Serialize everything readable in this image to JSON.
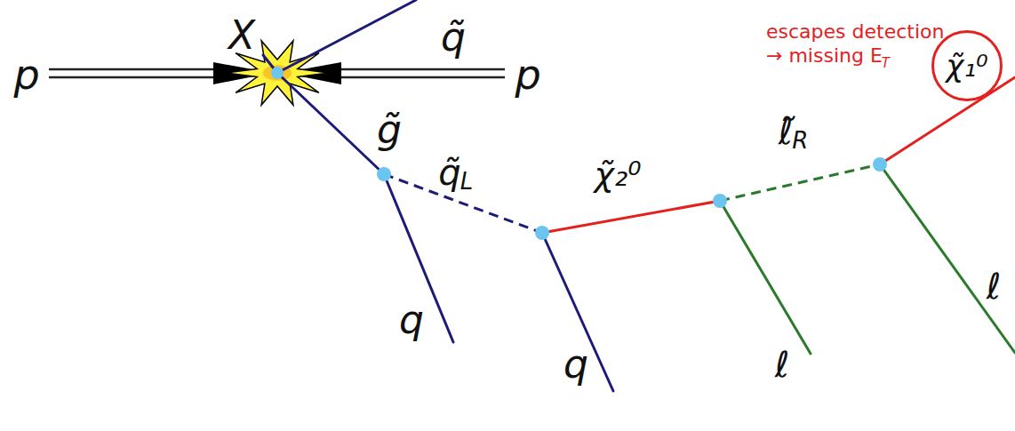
{
  "diagram": {
    "nodes": [
      {
        "text": [
          "χ̃₁⁰"
        ]
      }
    ],
    "labels": [
      "X",
      "q̃",
      "p",
      "p",
      "g̃",
      "q̃",
      "L",
      "q",
      "χ̃₂⁰",
      "q",
      "ℓ̃",
      "R",
      "ℓ",
      "ℓ",
      "escapes detection",
      "→ missing E",
      "T"
    ]
  }
}
